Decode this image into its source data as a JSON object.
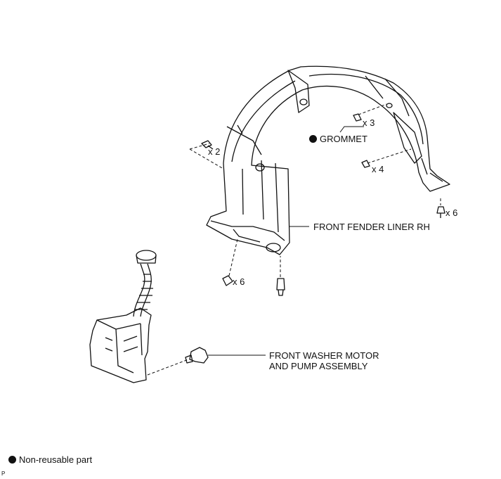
{
  "labels": {
    "grommet": "GROMMET",
    "liner": "FRONT FENDER LINER RH",
    "pump_line1": "FRONT WASHER MOTOR",
    "pump_line2": "AND PUMP ASSEMBLY",
    "legend": "Non-reusable part",
    "corner_code": "P"
  },
  "quantities": {
    "top_left_screw": "x 2",
    "grommet_screw": "x 3",
    "side_screw": "x 4",
    "right_clip": "x 6",
    "bottom_clip": "x 6"
  }
}
